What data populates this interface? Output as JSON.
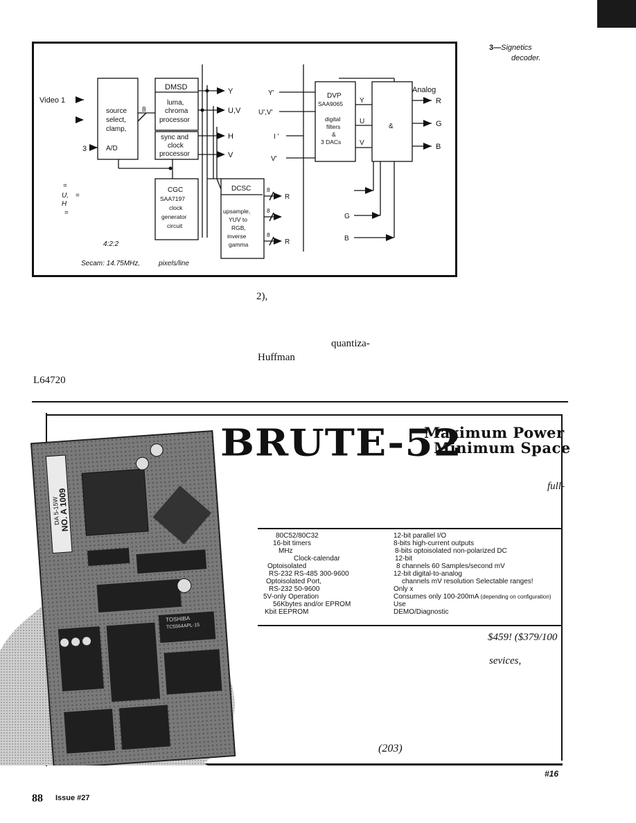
{
  "figure": {
    "caption_number": "3—",
    "caption_line1": "Signetics",
    "caption_line2": "decoder.",
    "labels": {
      "video1": "Video 1",
      "num3": "3",
      "source": "source",
      "select": "select,",
      "clamp": "clamp,",
      "ad": "A/D",
      "eight": "8",
      "dmsd": "DMSD",
      "luma": "luma,",
      "chroma": "chroma",
      "processor": "processor",
      "sync_and": "sync and",
      "clock": "clock",
      "processor2": "processor",
      "out_y": "Y",
      "out_uv": "U,V",
      "out_h": "H",
      "out_v": "V",
      "yp": "Y'",
      "upvp": "U',V'",
      "hp": "I '",
      "vp": "V'",
      "dvp": "DVP",
      "saa9065": "SAA9065",
      "digital": "digital",
      "filters": "filters",
      "amp": "&",
      "dacs": "3 DACs",
      "dvp_y": "Y",
      "dvp_u": "U",
      "dvp_v": "V",
      "matrix_amp": "&",
      "analog": "Analog",
      "r": "R",
      "g": "G",
      "b": "B",
      "cgc": "CGC",
      "saa7197": "SAA7197",
      "clock2": "clock",
      "generator": "generator",
      "circuit": "circuit",
      "dcsc": "DCSC",
      "upsample": "upsample,",
      "yuv_to": "YUV to",
      "rgb": "RGB,",
      "inverse": "inverse",
      "gamma": "gamma",
      "d8a": "8",
      "d8b": "8",
      "d8c": "8",
      "dr": "R",
      "dr2": "R",
      "g2": "G",
      "b2": "B",
      "legend_eq1": "=",
      "legend_u": "U,",
      "legend_eq2": "=",
      "legend_h": "H",
      "legend_eq3": "=",
      "sampling": "4:2:2",
      "secam": "Secam: 14.75MHz,",
      "pixels": "pixels/line"
    }
  },
  "article": {
    "frag1": "2),",
    "frag2": "quantiza-",
    "frag3": "Huffman",
    "frag4": "L64720"
  },
  "ad": {
    "brand": "BRUTE-52",
    "tag1": "Maximum Power",
    "tag2": "Minimum Space",
    "full": "full-",
    "specs_left": [
      "80C52/80C32",
      "16-bit          timers",
      "MHz",
      "Clock-calendar",
      "Optoisolated",
      "RS-232    RS-485 300-9600",
      "Optoisolated                Port,",
      "RS-232  50-9600",
      "5V-only Operation",
      "56Kbytes     and/or EPROM",
      "Kbit EEPROM"
    ],
    "specs_right": [
      "12-bit parallel    I/O",
      "8-bits                          high-current outputs",
      "8-bits optoisolated non-polarized DC",
      "12-bit",
      "8 channels 60 Samples/second        mV",
      "12-bit digital-to-analog",
      "channels      mV resolution Selectable ranges!",
      "Only    x",
      "",
      "Consumes only 100-200mA",
      "Use",
      "DEMO/Diagnostic"
    ],
    "consumes_note": "(depending on configuration)",
    "price": "$459! ($379/100",
    "services": "sevices,",
    "phone": "(203)",
    "chip_label1": "TOSHIBA",
    "chip_label2": "TC5564APL-15",
    "module_label": "DA 5-15W",
    "module_num": "NO. A 1009"
  },
  "footer": {
    "page": "88",
    "issue": "Issue #27",
    "ref": "#16"
  }
}
